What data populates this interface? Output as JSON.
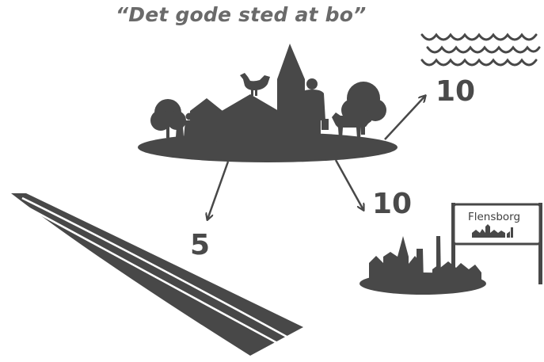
{
  "title": "“Det gode sted at bo”",
  "destinations": {
    "sea": {
      "distance": "10",
      "icon": "waves-icon"
    },
    "town": {
      "distance": "10",
      "icon": "town-skyline-icon",
      "sign": "Flensborg"
    },
    "road": {
      "distance": "5",
      "icon": "road-icon"
    }
  },
  "colors": {
    "shape": "#484848",
    "text": "#4a4a4a",
    "title": "#6a6a6a",
    "background": "#ffffff"
  }
}
